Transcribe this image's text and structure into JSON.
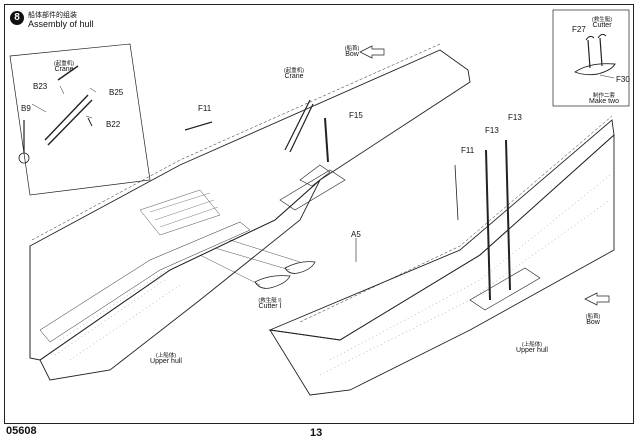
{
  "step": {
    "number": "8",
    "title_cn": "船体部件的组装",
    "title_en": "Assembly of hull"
  },
  "crane_inset": {
    "label_cn": "(起重机)",
    "label_en": "Crane",
    "parts": [
      "B23",
      "B25",
      "B9",
      "B22"
    ]
  },
  "cutter_inset": {
    "label_cn": "(救生艇)",
    "label_en": "Cutter",
    "parts": [
      "F27",
      "F30"
    ],
    "make_cn": "制作二套",
    "make_en": "Make two"
  },
  "callouts": {
    "bow_top_cn": "(船首)",
    "bow_top_en": "Bow",
    "crane_cn": "(起重机)",
    "crane_en": "Crane",
    "cutter_cn": "(救生艇 I)",
    "cutter_en": "Cutter I",
    "upper_hull_left_cn": "(上船体)",
    "upper_hull_left_en": "Upper hull",
    "upper_hull_right_cn": "(上船体)",
    "upper_hull_right_en": "Upper hull",
    "bow_right_cn": "(船首)",
    "bow_right_en": "Bow"
  },
  "part_labels": {
    "f11_left": "F11",
    "f15": "F15",
    "f13_a": "F13",
    "f13_b": "F13",
    "f11_right": "F11",
    "a5": "A5"
  },
  "footer": {
    "code": "05608",
    "page": "13"
  }
}
